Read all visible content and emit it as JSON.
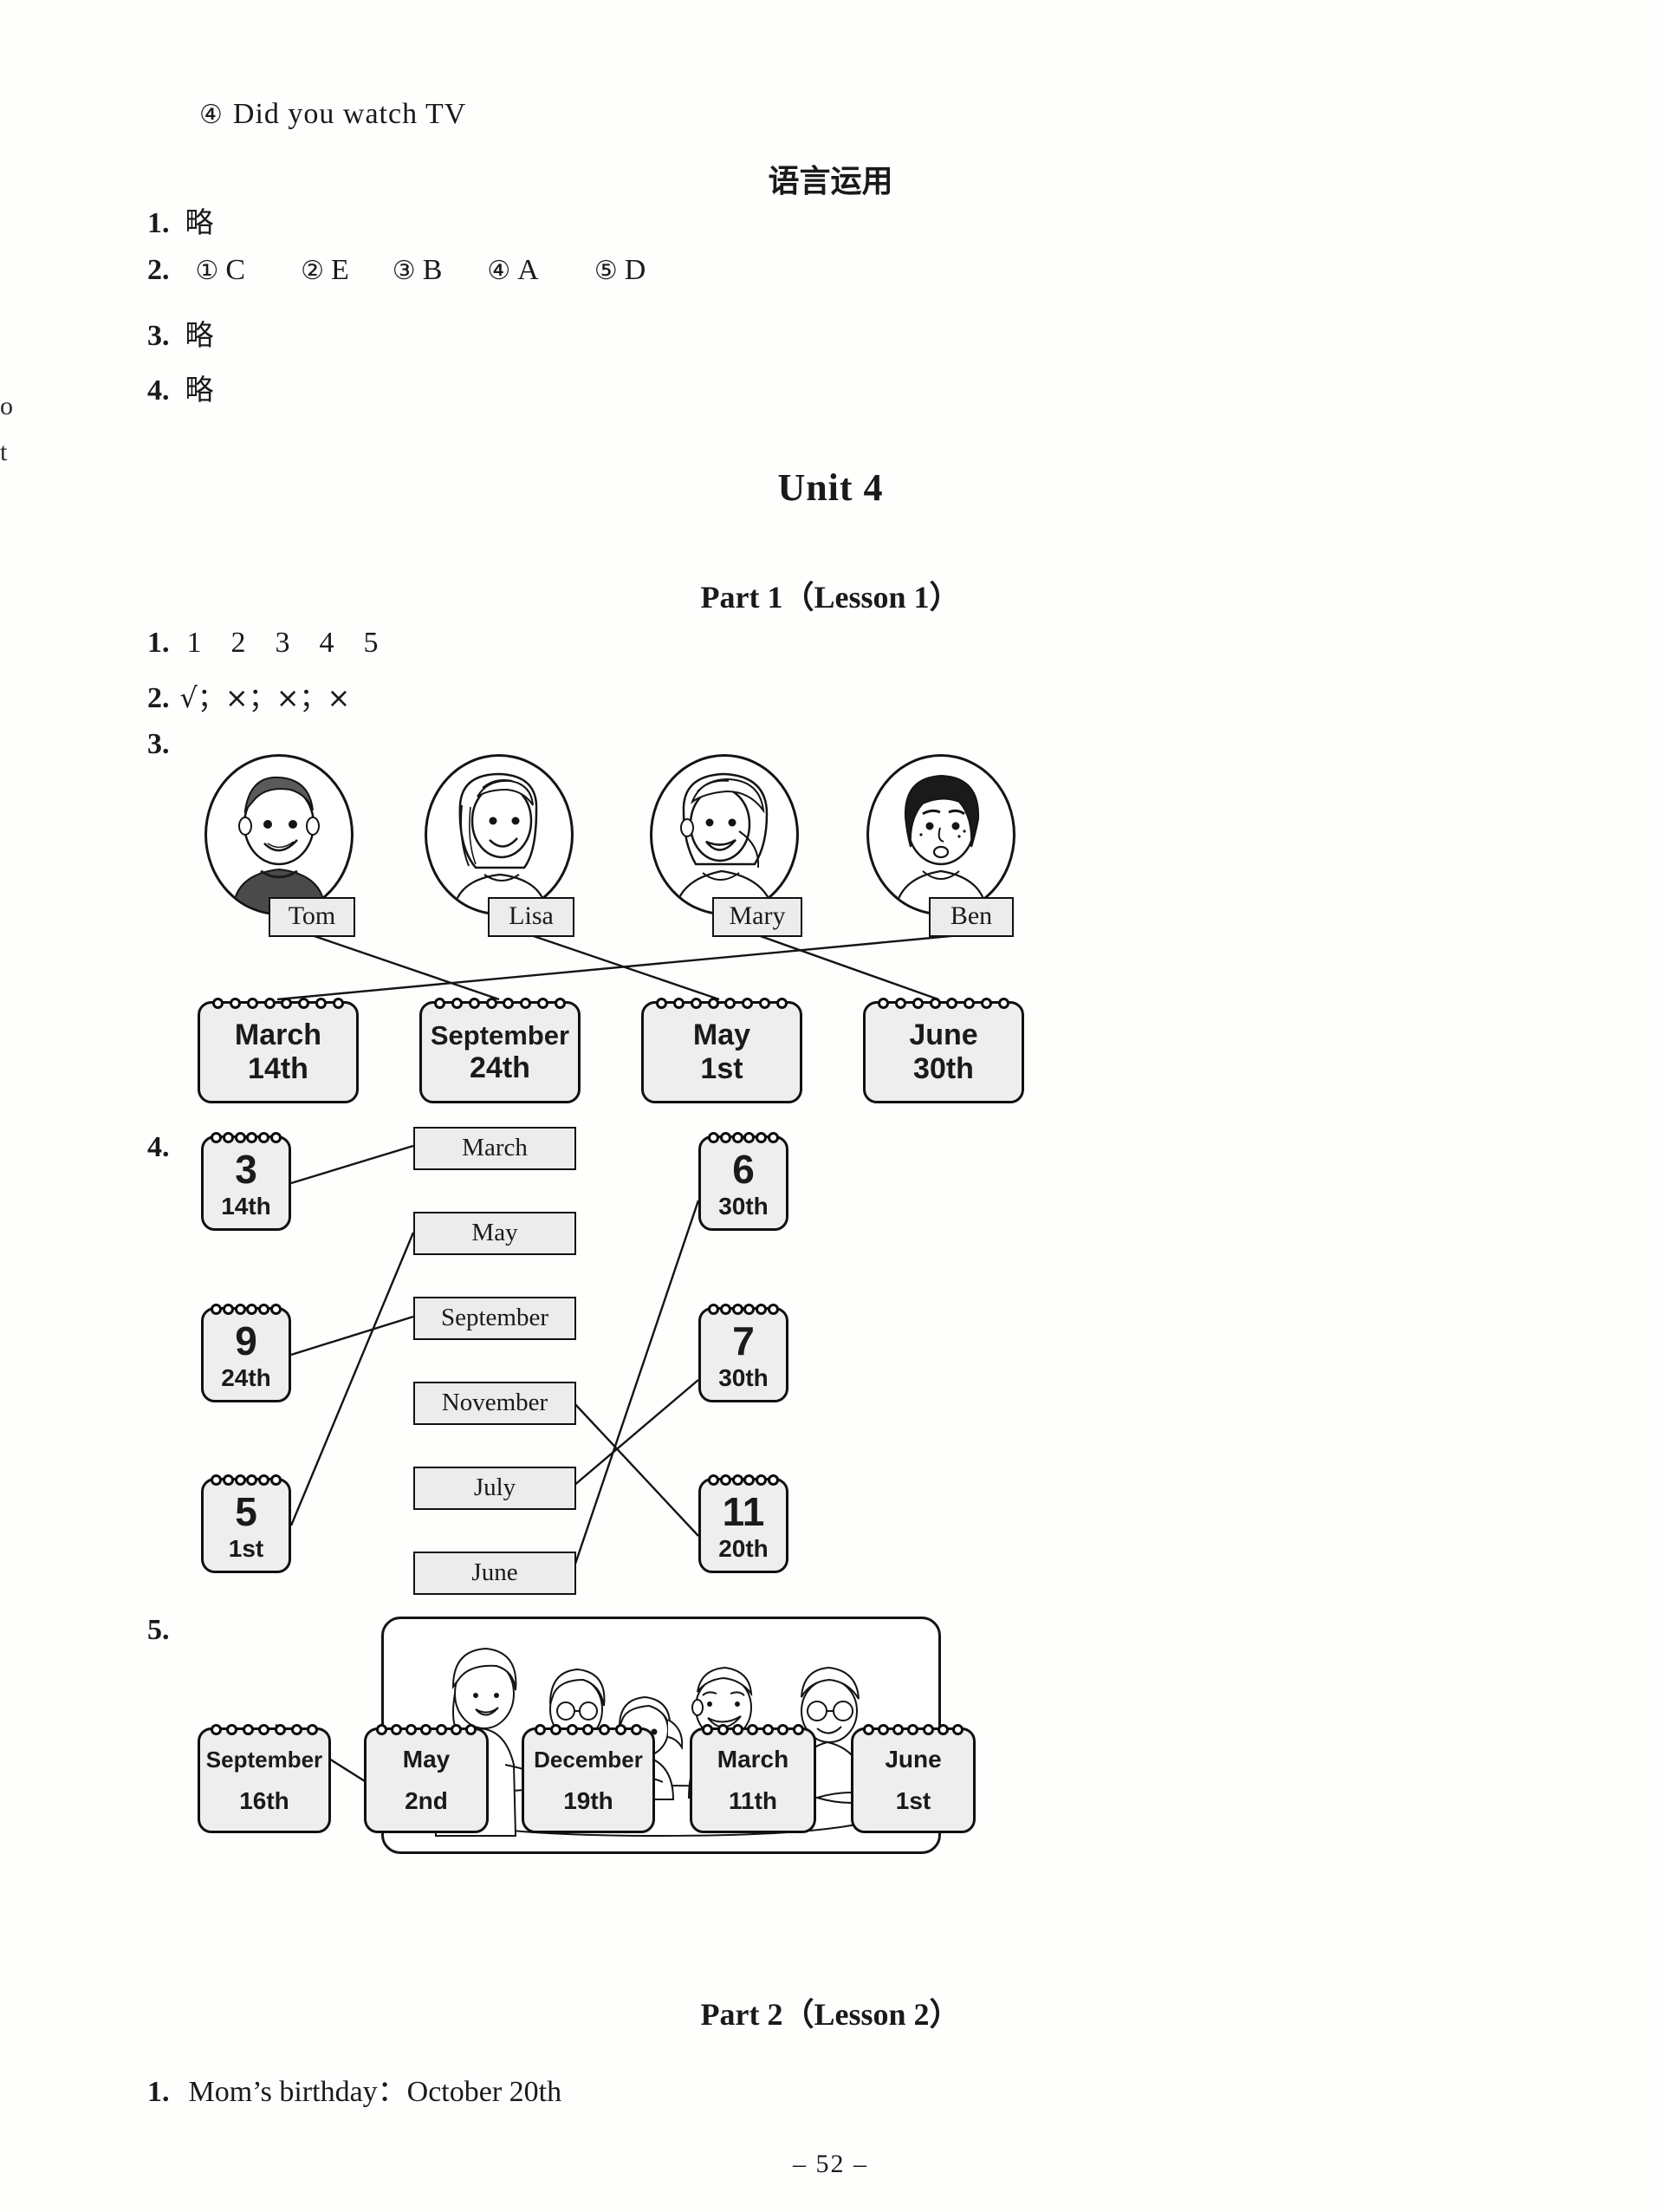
{
  "page": {
    "number_label": "– 52 –"
  },
  "margin_fragments": [
    {
      "text": "o"
    },
    {
      "text": "t"
    }
  ],
  "top_answer": {
    "marker": "④",
    "text": "Did you watch TV"
  },
  "section_heading": "语言运用",
  "language_use_items": [
    {
      "num": "1.",
      "text": "略"
    },
    {
      "num": "2.",
      "text": "",
      "choices": [
        {
          "marker": "①",
          "value": "C"
        },
        {
          "marker": "②",
          "value": "E"
        },
        {
          "marker": "③",
          "value": "B"
        },
        {
          "marker": "④",
          "value": "A"
        },
        {
          "marker": "⑤",
          "value": "D"
        }
      ]
    },
    {
      "num": "3.",
      "text": "略"
    },
    {
      "num": "4.",
      "text": "略"
    }
  ],
  "unit_title": "Unit 4",
  "part1_title": "Part 1（Lesson 1）",
  "part1": {
    "q1": {
      "num": "1.",
      "values": [
        "1",
        "2",
        "3",
        "4",
        "5"
      ]
    },
    "q2": {
      "num": "2.",
      "text": "√；×；×；×"
    },
    "q3": {
      "num": "3.",
      "names": [
        "Tom",
        "Lisa",
        "Mary",
        "Ben"
      ],
      "calendars": [
        {
          "month": "March",
          "day": "14th"
        },
        {
          "month": "September",
          "day": "24th"
        },
        {
          "month": "May",
          "day": "1st"
        },
        {
          "month": "June",
          "day": "30th"
        }
      ],
      "matches": [
        {
          "name": "Tom",
          "calendar": "September 24th"
        },
        {
          "name": "Lisa",
          "calendar": "May 1st"
        },
        {
          "name": "Mary",
          "calendar": "June 30th"
        },
        {
          "name": "Ben",
          "calendar": "March 14th"
        }
      ]
    },
    "q4": {
      "num": "4.",
      "left_calendars": [
        {
          "number": "3",
          "day": "14th"
        },
        {
          "number": "9",
          "day": "24th"
        },
        {
          "number": "5",
          "day": "1st"
        }
      ],
      "month_boxes": [
        "March",
        "May",
        "September",
        "November",
        "July",
        "June"
      ],
      "right_calendars": [
        {
          "number": "6",
          "day": "30th"
        },
        {
          "number": "7",
          "day": "30th"
        },
        {
          "number": "11",
          "day": "20th"
        }
      ],
      "matches": [
        {
          "calendar": "3 14th",
          "month": "March"
        },
        {
          "calendar": "9 24th",
          "month": "September"
        },
        {
          "calendar": "5 1st",
          "month": "May"
        },
        {
          "calendar": "6 30th",
          "month": "June"
        },
        {
          "calendar": "7 30th",
          "month": "July"
        },
        {
          "calendar": "11 20th",
          "month": "November"
        }
      ]
    },
    "q5": {
      "num": "5.",
      "calendars": [
        {
          "month": "September",
          "day": "16th"
        },
        {
          "month": "May",
          "day": "2nd"
        },
        {
          "month": "December",
          "day": "19th"
        },
        {
          "month": "March",
          "day": "11th"
        },
        {
          "month": "June",
          "day": "1st"
        }
      ]
    }
  },
  "part2_title": "Part 2（Lesson 2）",
  "part2": {
    "q1": {
      "num": "1.",
      "text": "Mom’s birthday：October 20th"
    }
  }
}
